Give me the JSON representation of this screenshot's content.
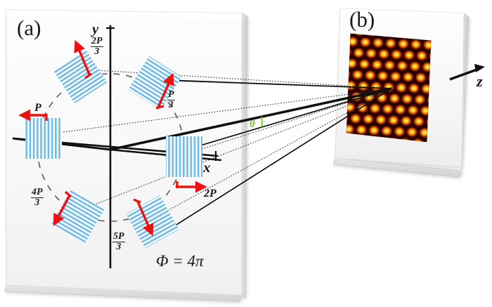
{
  "figure": {
    "panels": [
      {
        "id": "a",
        "label": "(a)",
        "caption_note": "beam configuration plane"
      },
      {
        "id": "b",
        "label": "(b)",
        "caption_note": "resulting lattice intensity pattern"
      }
    ],
    "axes": [
      {
        "name": "y-axis",
        "label": "y"
      },
      {
        "name": "x-axis",
        "label": "x"
      },
      {
        "name": "z-axis",
        "label": "z"
      }
    ],
    "angle_label": "θ",
    "phase_label": "Φ = 4π",
    "beams": [
      {
        "id": "b0",
        "label": "P",
        "numerator": "P",
        "denominator": "",
        "is_fraction": false,
        "angle_deg": 180,
        "stripe": "vertical",
        "arrow": "left"
      },
      {
        "id": "b1",
        "label": "2P/3",
        "numerator": "2P",
        "denominator": "3",
        "is_fraction": true,
        "angle_deg": 120,
        "stripe": "diagonal-a",
        "arrow": "up-left"
      },
      {
        "id": "b2",
        "label": "P/3",
        "numerator": "P",
        "denominator": "3",
        "is_fraction": true,
        "angle_deg": 60,
        "stripe": "diagonal-b",
        "arrow": "up-right"
      },
      {
        "id": "b3",
        "label": "2P",
        "numerator": "2P",
        "denominator": "",
        "is_fraction": false,
        "angle_deg": 0,
        "stripe": "vertical",
        "arrow": "right"
      },
      {
        "id": "b4",
        "label": "5P/3",
        "numerator": "5P",
        "denominator": "3",
        "is_fraction": true,
        "angle_deg": 300,
        "stripe": "diagonal-a",
        "arrow": "down-right"
      },
      {
        "id": "b5",
        "label": "4P/3",
        "numerator": "4P",
        "denominator": "3",
        "is_fraction": true,
        "angle_deg": 240,
        "stripe": "diagonal-b",
        "arrow": "down-left"
      }
    ],
    "colors": {
      "beam_stripe": "#6fb9e3",
      "arrow_red": "#ee1111",
      "theta_green": "#76c124",
      "plate_face": "#f7f7f7",
      "plate_edge": "#cfcfcf",
      "ink": "#1a1a1a",
      "lattice_bright": "#ffff66",
      "lattice_mid": "#ff8800",
      "lattice_dark": "#18070a",
      "lattice_red": "#e02200"
    }
  }
}
